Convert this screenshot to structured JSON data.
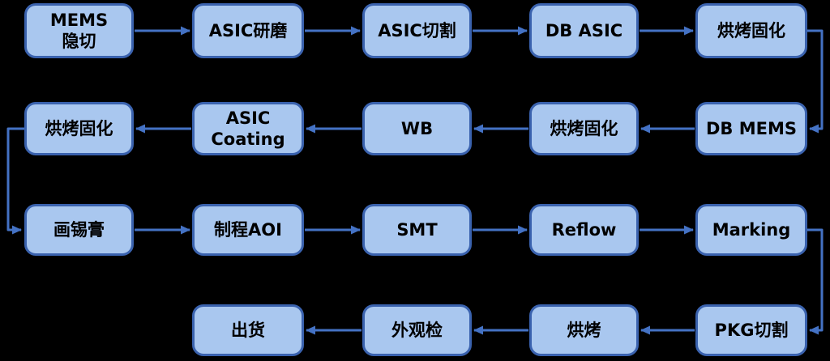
{
  "diagram": {
    "colors": {
      "background": "#000000",
      "node_fill": "#A9C7EF",
      "node_border": "#3A62AE",
      "arrow": "#4472C4",
      "node_text": "#000000"
    },
    "nodes": {
      "r1c1": "MEMS\n隐切",
      "r1c2": "ASIC研磨",
      "r1c3": "ASIC切割",
      "r1c4": "DB ASIC",
      "r1c5": "烘烤固化",
      "r2c1": "烘烤固化",
      "r2c2": "ASIC\nCoating",
      "r2c3": "WB",
      "r2c4": "烘烤固化",
      "r2c5": "DB MEMS",
      "r3c1": "画锡膏",
      "r3c2": "制程AOI",
      "r3c3": "SMT",
      "r3c4": "Reflow",
      "r3c5": "Marking",
      "r4c2": "出货",
      "r4c3": "外观检",
      "r4c4": "烘烤",
      "r4c5": "PKG切割"
    },
    "flow_order": [
      "MEMS 隐切",
      "ASIC研磨",
      "ASIC切割",
      "DB ASIC",
      "烘烤固化",
      "DB MEMS",
      "烘烤固化",
      "WB",
      "ASIC Coating",
      "烘烤固化",
      "画锡膏",
      "制程AOI",
      "SMT",
      "Reflow",
      "Marking",
      "PKG切割",
      "烘烤",
      "外观检",
      "出货"
    ]
  }
}
